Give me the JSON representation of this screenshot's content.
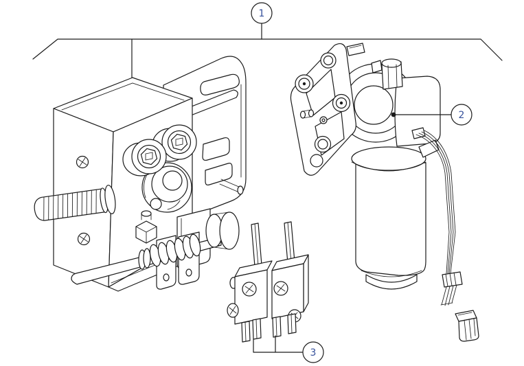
{
  "diagram": {
    "kind": "exploded-parts-illustration",
    "background": "#ffffff",
    "line_color": "#1a1a1a",
    "callout_color": "#35509b",
    "callouts": [
      {
        "number": "1"
      },
      {
        "number": "2"
      },
      {
        "number": "3"
      }
    ]
  }
}
